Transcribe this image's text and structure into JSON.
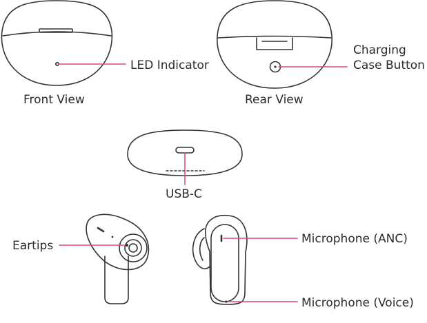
{
  "diagram": {
    "front_view": {
      "caption": "Front View",
      "callout": "LED Indicator"
    },
    "rear_view": {
      "caption": "Rear View",
      "callout_line1": "Charging",
      "callout_line2": "Case Button"
    },
    "bottom_view": {
      "callout": "USB-C"
    },
    "earbuds": {
      "left_callout": "Eartips",
      "right_callout_top": "Microphone (ANC)",
      "right_callout_bottom": "Microphone (Voice)"
    },
    "colors": {
      "outline": "#333333",
      "callout_line": "#e0457b",
      "text": "#2b2b2b"
    }
  }
}
